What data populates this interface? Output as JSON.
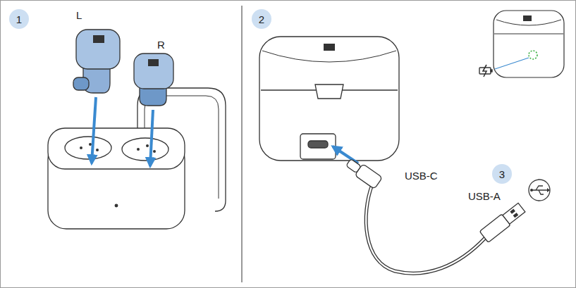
{
  "diagram": {
    "nodes": [
      {
        "text": [
          "1"
        ]
      },
      {
        "text": [
          "2"
        ]
      },
      {
        "text": [
          "3"
        ]
      }
    ],
    "labels": [
      "L",
      "R",
      "USB-C",
      "USB-A"
    ]
  }
}
